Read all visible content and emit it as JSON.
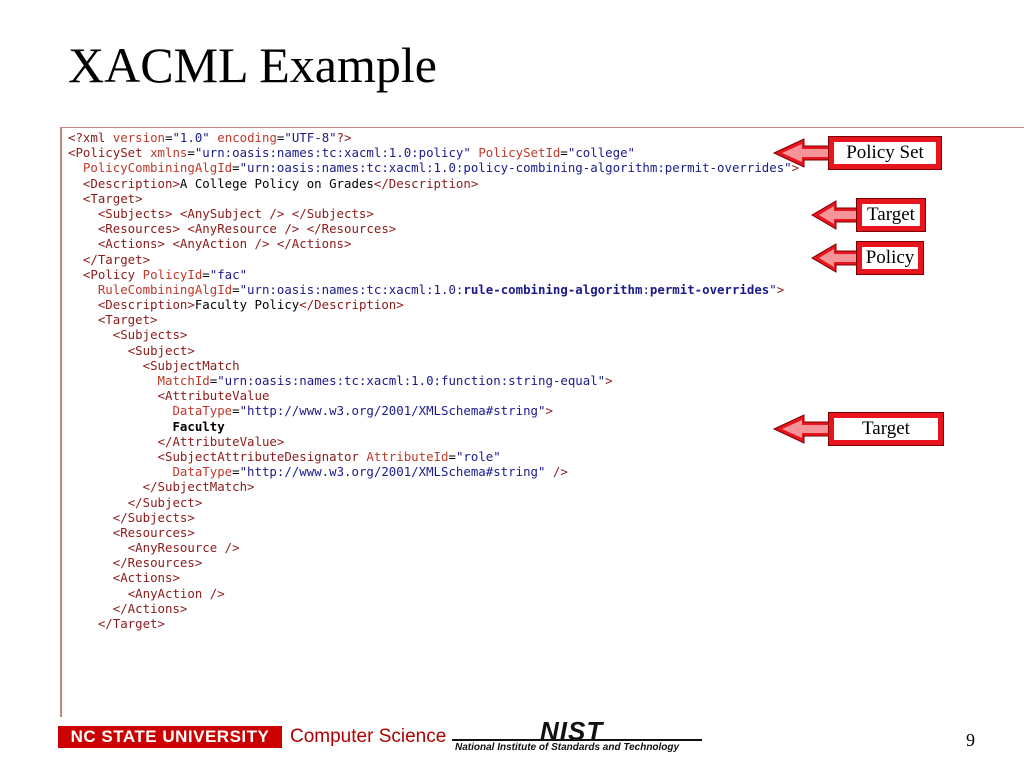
{
  "slide": {
    "title": "XACML Example",
    "page_number": "9"
  },
  "code_lines": [
    [
      {
        "c": "tag",
        "t": "<?xml "
      },
      {
        "c": "attr",
        "t": "version"
      },
      {
        "c": "txt",
        "t": "="
      },
      {
        "c": "val",
        "t": "\"1.0\""
      },
      {
        "c": "txt",
        "t": " "
      },
      {
        "c": "attr",
        "t": "encoding"
      },
      {
        "c": "txt",
        "t": "="
      },
      {
        "c": "val",
        "t": "\"UTF-8\""
      },
      {
        "c": "tag",
        "t": "?>"
      }
    ],
    [
      {
        "c": "tag",
        "t": "<PolicySet "
      },
      {
        "c": "attr",
        "t": "xmlns"
      },
      {
        "c": "txt",
        "t": "="
      },
      {
        "c": "val",
        "t": "\"urn:oasis:names:tc:xacml:1.0:policy\""
      },
      {
        "c": "txt",
        "t": " "
      },
      {
        "c": "attr",
        "t": "PolicySetId"
      },
      {
        "c": "txt",
        "t": "="
      },
      {
        "c": "val",
        "t": "\"college\""
      }
    ],
    [
      {
        "c": "txt",
        "t": "  "
      },
      {
        "c": "attr",
        "t": "PolicyCombiningAlgId"
      },
      {
        "c": "txt",
        "t": "="
      },
      {
        "c": "val",
        "t": "\"urn:oasis:names:tc:xacml:1.0:policy-combining-algorithm:permit-overrides\""
      },
      {
        "c": "tag",
        "t": ">"
      }
    ],
    [
      {
        "c": "txt",
        "t": "  "
      },
      {
        "c": "tag",
        "t": "<Description>"
      },
      {
        "c": "txt",
        "t": "A College Policy on Grades"
      },
      {
        "c": "tag",
        "t": "</Description>"
      }
    ],
    [
      {
        "c": "txt",
        "t": "  "
      },
      {
        "c": "tag",
        "t": "<Target>"
      }
    ],
    [
      {
        "c": "txt",
        "t": "    "
      },
      {
        "c": "tag",
        "t": "<Subjects> <AnySubject /> </Subjects>"
      }
    ],
    [
      {
        "c": "txt",
        "t": "    "
      },
      {
        "c": "tag",
        "t": "<Resources> <AnyResource /> </Resources>"
      }
    ],
    [
      {
        "c": "txt",
        "t": "    "
      },
      {
        "c": "tag",
        "t": "<Actions> <AnyAction /> </Actions>"
      }
    ],
    [
      {
        "c": "txt",
        "t": "  "
      },
      {
        "c": "tag",
        "t": "</Target>"
      }
    ],
    [
      {
        "c": "txt",
        "t": "  "
      },
      {
        "c": "tag",
        "t": "<Policy "
      },
      {
        "c": "attr",
        "t": "PolicyId"
      },
      {
        "c": "txt",
        "t": "="
      },
      {
        "c": "val",
        "t": "\"fac\""
      }
    ],
    [
      {
        "c": "txt",
        "t": "    "
      },
      {
        "c": "attr",
        "t": "RuleCombiningAlgId"
      },
      {
        "c": "txt",
        "t": "="
      },
      {
        "c": "val",
        "t": "\"urn:oasis:names:tc:xacml:1.0:"
      },
      {
        "c": "val",
        "t": "rule-combining-algorithm",
        "b": true
      },
      {
        "c": "val",
        "t": ":"
      },
      {
        "c": "val",
        "t": "permit-overrides",
        "b": true
      },
      {
        "c": "val",
        "t": "\""
      },
      {
        "c": "tag",
        "t": ">"
      }
    ],
    [
      {
        "c": "txt",
        "t": "    "
      },
      {
        "c": "tag",
        "t": "<Description>"
      },
      {
        "c": "txt",
        "t": "Faculty Policy"
      },
      {
        "c": "tag",
        "t": "</Description>"
      }
    ],
    [
      {
        "c": "txt",
        "t": "    "
      },
      {
        "c": "tag",
        "t": "<Target>"
      }
    ],
    [
      {
        "c": "txt",
        "t": "      "
      },
      {
        "c": "tag",
        "t": "<Subjects>"
      }
    ],
    [
      {
        "c": "txt",
        "t": "        "
      },
      {
        "c": "tag",
        "t": "<Subject>"
      }
    ],
    [
      {
        "c": "txt",
        "t": "          "
      },
      {
        "c": "tag",
        "t": "<SubjectMatch"
      }
    ],
    [
      {
        "c": "txt",
        "t": "            "
      },
      {
        "c": "attr",
        "t": "MatchId"
      },
      {
        "c": "txt",
        "t": "="
      },
      {
        "c": "val",
        "t": "\"urn:oasis:names:tc:xacml:1.0:function:string-equal\""
      },
      {
        "c": "tag",
        "t": ">"
      }
    ],
    [
      {
        "c": "txt",
        "t": "            "
      },
      {
        "c": "tag",
        "t": "<AttributeValue"
      }
    ],
    [
      {
        "c": "txt",
        "t": "              "
      },
      {
        "c": "attr",
        "t": "DataType"
      },
      {
        "c": "txt",
        "t": "="
      },
      {
        "c": "val",
        "t": "\"http://www.w3.org/2001/XMLSchema#string\""
      },
      {
        "c": "tag",
        "t": ">"
      }
    ],
    [
      {
        "c": "txt",
        "t": "              "
      },
      {
        "c": "txt",
        "t": "Faculty",
        "b": true
      }
    ],
    [
      {
        "c": "txt",
        "t": "            "
      },
      {
        "c": "tag",
        "t": "</AttributeValue>"
      }
    ],
    [
      {
        "c": "txt",
        "t": "            "
      },
      {
        "c": "tag",
        "t": "<SubjectAttributeDesignator "
      },
      {
        "c": "attr",
        "t": "AttributeId"
      },
      {
        "c": "txt",
        "t": "="
      },
      {
        "c": "val",
        "t": "\"role\""
      }
    ],
    [
      {
        "c": "txt",
        "t": "              "
      },
      {
        "c": "attr",
        "t": "DataType"
      },
      {
        "c": "txt",
        "t": "="
      },
      {
        "c": "val",
        "t": "\"http://www.w3.org/2001/XMLSchema#string\""
      },
      {
        "c": "tag",
        "t": " />"
      }
    ],
    [
      {
        "c": "txt",
        "t": "          "
      },
      {
        "c": "tag",
        "t": "</SubjectMatch>"
      }
    ],
    [
      {
        "c": "txt",
        "t": "        "
      },
      {
        "c": "tag",
        "t": "</Subject>"
      }
    ],
    [
      {
        "c": "txt",
        "t": "      "
      },
      {
        "c": "tag",
        "t": "</Subjects>"
      }
    ],
    [
      {
        "c": "txt",
        "t": "      "
      },
      {
        "c": "tag",
        "t": "<Resources>"
      }
    ],
    [
      {
        "c": "txt",
        "t": "        "
      },
      {
        "c": "tag",
        "t": "<AnyResource />"
      }
    ],
    [
      {
        "c": "txt",
        "t": "      "
      },
      {
        "c": "tag",
        "t": "</Resources>"
      }
    ],
    [
      {
        "c": "txt",
        "t": "      "
      },
      {
        "c": "tag",
        "t": "<Actions>"
      }
    ],
    [
      {
        "c": "txt",
        "t": "        "
      },
      {
        "c": "tag",
        "t": "<AnyAction />"
      }
    ],
    [
      {
        "c": "txt",
        "t": "      "
      },
      {
        "c": "tag",
        "t": "</Actions>"
      }
    ],
    [
      {
        "c": "txt",
        "t": "    "
      },
      {
        "c": "tag",
        "t": "</Target>"
      }
    ]
  ],
  "callouts": {
    "policy_set": "Policy Set",
    "target_1": "Target",
    "policy": "Policy",
    "target_2": "Target"
  },
  "footer": {
    "university": "NC STATE UNIVERSITY",
    "department": "Computer Science",
    "nist_logo": "NIST",
    "nist_name": "National Institute of Standards and Technology"
  },
  "colors": {
    "tag": "#8b1a1a",
    "attribute": "#c0392b",
    "value": "#1a1a8c",
    "callout_red": "#e8141e",
    "ncsu_red": "#cc0000"
  }
}
